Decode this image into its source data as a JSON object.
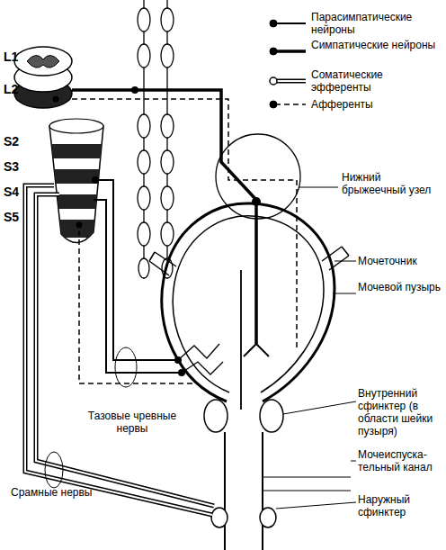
{
  "diagram": {
    "labels": [
      "L1",
      "L2",
      "S2",
      "S3",
      "S4",
      "S5",
      "Нижний брыжеечный узел",
      "Мочеточник",
      "Мочевой пузырь",
      "Внутренний сфинктер (в области шейки пузыря)",
      "Мочеиспуска- тельный канал",
      "Наружный сфинктер",
      "Тазовые чревные нервы",
      "Срамные нервы"
    ],
    "legend": [
      {
        "text": "Парасимпатические нейроны"
      },
      {
        "text": "Симпатические нейроны"
      },
      {
        "text": "Соматические эфференты"
      },
      {
        "text": "Афференты"
      }
    ]
  }
}
